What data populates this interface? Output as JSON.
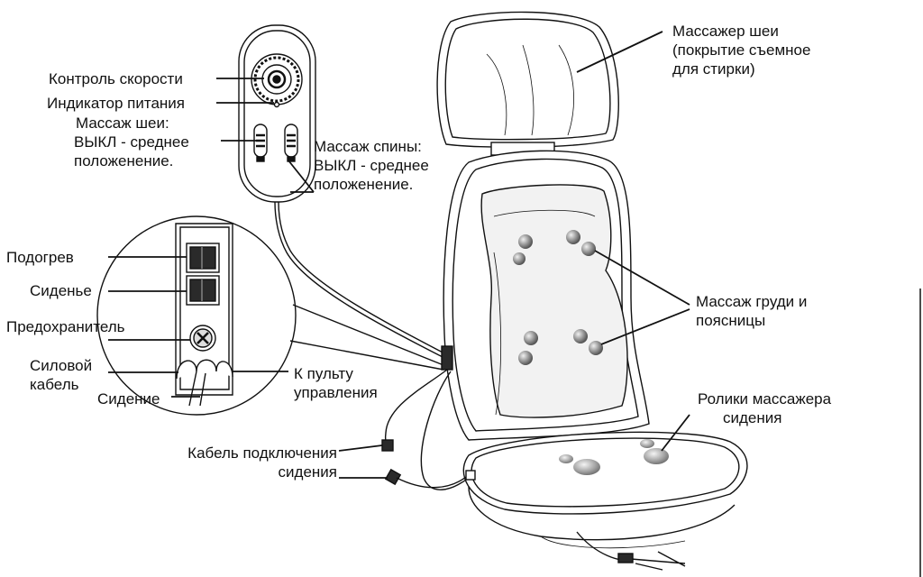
{
  "labels": {
    "neck_massager": [
      "Массажер шеи",
      "(покрытие съемное",
      "для стирки)"
    ],
    "speed_control": "Контроль скорости",
    "power_indicator": "Индикатор питания",
    "neck_massage": [
      "Массаж шеи:",
      "ВЫКЛ - среднее",
      "положенение."
    ],
    "back_massage": [
      "Массаж спины:",
      "ВЫКЛ  - среднее",
      "положенение."
    ],
    "heating": "Подогрев",
    "seat": "Сиденье",
    "fuse": "Предохранитель",
    "power_cable": [
      "Силовой",
      "кабель"
    ],
    "seat_conn": "Сидение",
    "to_remote": [
      "К пульту",
      "управления"
    ],
    "chest_lumbar": [
      "Массаж груди и",
      "поясницы"
    ],
    "seat_rollers": [
      "Ролики массажера",
      "сидения"
    ],
    "seat_cable": [
      "Кабель подключения",
      "сидения"
    ]
  },
  "colors": {
    "line": "#111111",
    "roller": "#8c8c8c",
    "roller_highlight": "#e6e6e6",
    "switch_fill": "#2a2a2a"
  }
}
